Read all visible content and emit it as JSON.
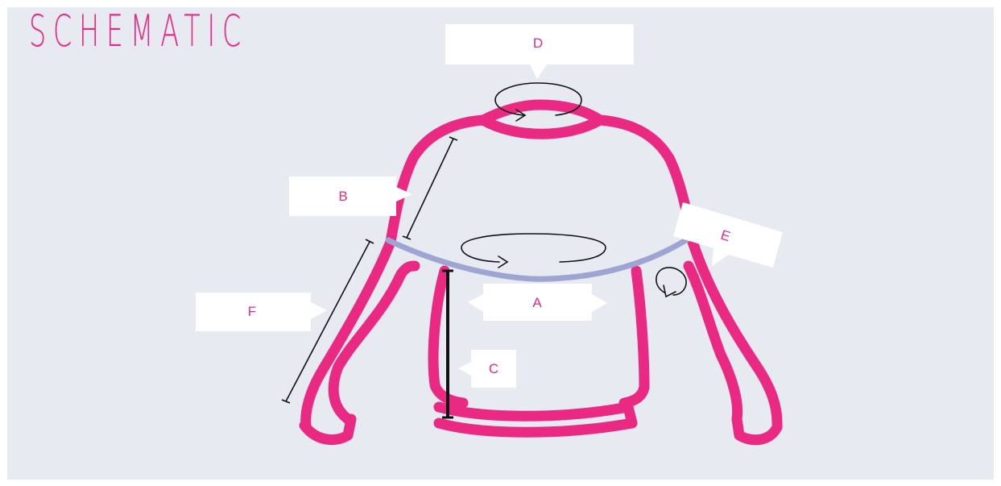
{
  "title": "SCHEMATIC",
  "colors": {
    "background": "#e8eaf2",
    "garment_outline": "#ea2a82",
    "chest_line": "#9ea5d3",
    "label_text": "#ea2a82",
    "measure_line": "#111111"
  },
  "labels": {
    "a": "A",
    "b": "B",
    "c": "C",
    "d": "D",
    "e": "E",
    "f": "F"
  }
}
